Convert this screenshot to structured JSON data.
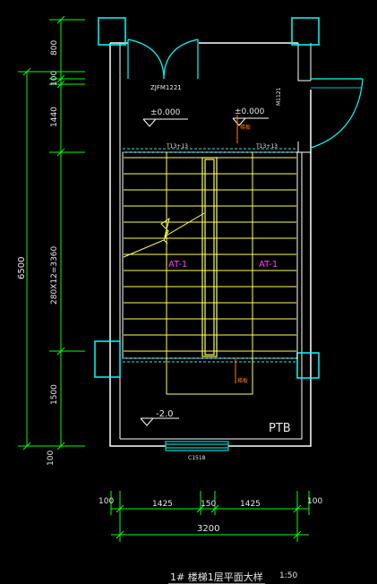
{
  "drawing": {
    "title": "1# 楼梯1层平面大样",
    "scale": "1:50",
    "background_color": "#000000",
    "colors": {
      "wall": "#ffffff",
      "column": "#00ffff",
      "dimension": "#00ff00",
      "stair": "#ffff00",
      "label_magenta": "#ff40ff",
      "note_orange": "#ff8000"
    }
  },
  "labels": {
    "door_left": "ZJFM1221",
    "door_right": "M1121",
    "elev_left": "±0.000",
    "elev_right": "±0.000",
    "elev_bottom": "-2.0",
    "stair_left": "AT-1",
    "stair_right": "AT-1",
    "rebar_left": "T13+13",
    "rebar_right": "T13+13",
    "note_top": "梯板",
    "note_bottom": "梯板",
    "window": "C1518",
    "ptb": "PTB"
  },
  "dimensions": {
    "vertical": [
      "800",
      "100",
      "1440",
      "280X12=3360",
      "1500",
      "6500",
      "100"
    ],
    "horizontal": [
      "100",
      "1425",
      "150",
      "1425",
      "100",
      "3200"
    ]
  }
}
